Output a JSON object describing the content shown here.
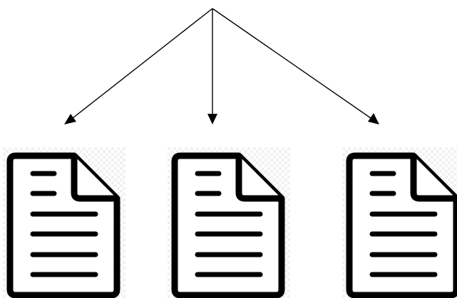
{
  "diagram": {
    "root": {
      "name": "branch-point"
    },
    "documents": [
      {
        "name": "document-left"
      },
      {
        "name": "document-center"
      },
      {
        "name": "document-right"
      }
    ],
    "colors": {
      "stroke": "#000000",
      "background": "#ffffff",
      "checker": "#f1f1f1"
    },
    "icon": "document-icon"
  }
}
